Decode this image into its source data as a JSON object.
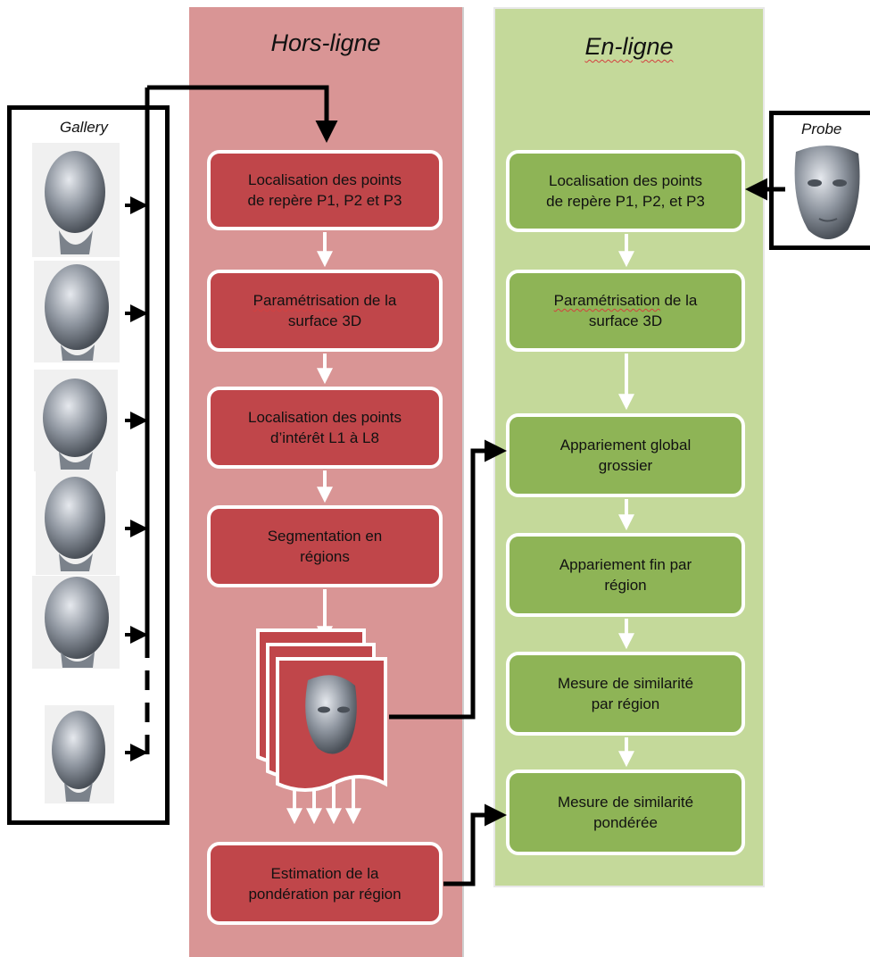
{
  "offline": {
    "title": "Hors-ligne",
    "steps": [
      {
        "pre": "",
        "spell": "",
        "text": "Localisation des points\nde repère P1, P2 et P3"
      },
      {
        "pre": "",
        "spell": "Paramétrisation",
        "text": " de la\nsurface 3D"
      },
      {
        "pre": "",
        "spell": "",
        "text": "Localisation des points\nd’intérêt L1 à L8"
      },
      {
        "pre": "",
        "spell": "",
        "text": "Segmentation en\nrégions"
      },
      {
        "pre": "",
        "spell": "",
        "text": "Estimation de  la\npondération par région"
      }
    ]
  },
  "online": {
    "title": "En-ligne",
    "steps": [
      {
        "spell": "",
        "text": "Localisation des points\nde repère P1, P2, et P3"
      },
      {
        "spell": "Paramétrisation",
        "text": " de la\nsurface 3D"
      },
      {
        "spell": "",
        "text": "Appariement global\ngrossier"
      },
      {
        "spell": "",
        "text": "Appariement fin par\nrégion"
      },
      {
        "spell": "",
        "text": "Mesure de similarité\npar région"
      },
      {
        "spell": "",
        "text": "Mesure de similarité\npondérée"
      }
    ]
  },
  "gallery": {
    "label": "Gallery",
    "faces": [
      "face",
      "face",
      "face",
      "face",
      "face",
      "face"
    ]
  },
  "probe": {
    "label": "Probe"
  },
  "colors": {
    "offline_panel": "#d99595",
    "offline_box": "#c0464a",
    "online_panel": "#c4d99a",
    "online_box": "#8eb456"
  }
}
